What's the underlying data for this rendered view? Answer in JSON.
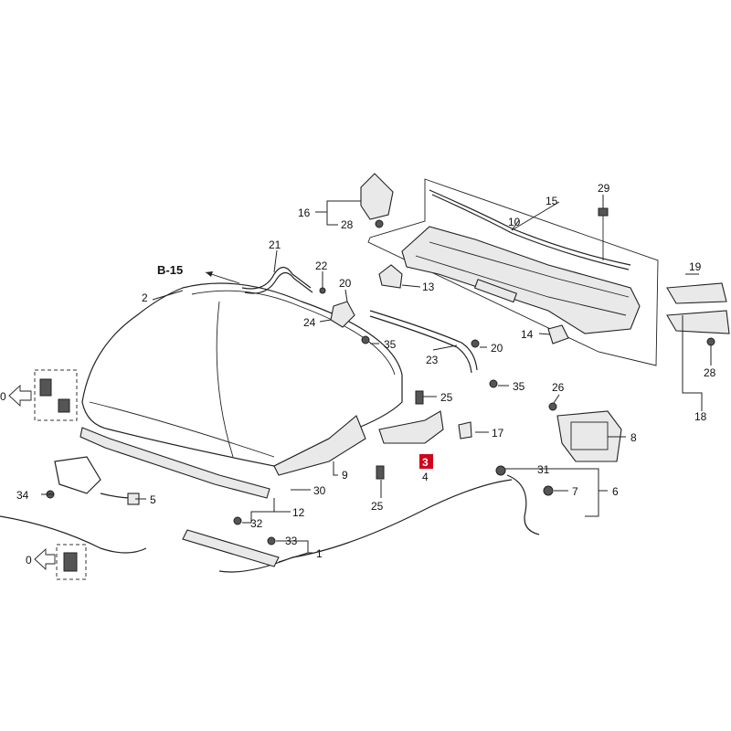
{
  "diagram": {
    "ref_label": "B-15",
    "highlight_number": "3",
    "numbers": {
      "n1": "1",
      "n2": "2",
      "n4": "4",
      "n5": "5",
      "n6": "6",
      "n7": "7",
      "n8": "8",
      "n9": "9",
      "n10": "10",
      "n12": "12",
      "n13": "13",
      "n14": "14",
      "n15": "15",
      "n16": "16",
      "n17": "17",
      "n18": "18",
      "n19": "19",
      "n20a": "20",
      "n20b": "20",
      "n21": "21",
      "n22": "22",
      "n23": "23",
      "n24": "24",
      "n25a": "25",
      "n25b": "25",
      "n26": "26",
      "n28a": "28",
      "n28b": "28",
      "n29": "29",
      "n30": "30",
      "n31": "31",
      "n32": "32",
      "n33": "33",
      "n34": "34",
      "n35a": "35",
      "n35b": "35",
      "nLeft1": "0",
      "nLeft2": "0"
    }
  }
}
